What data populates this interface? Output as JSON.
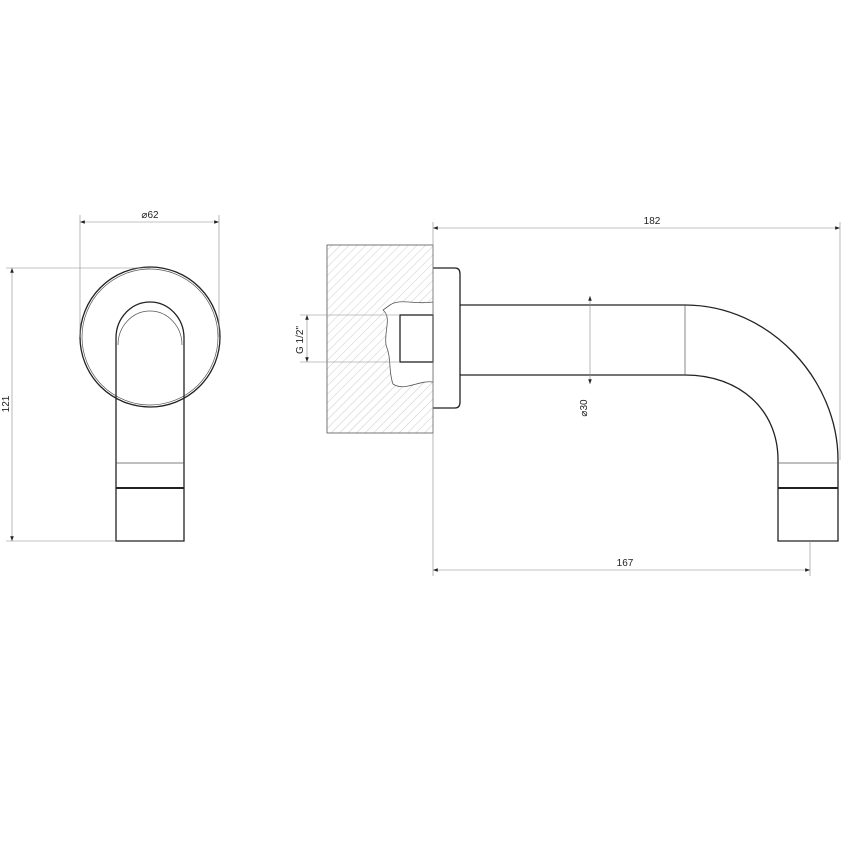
{
  "drawing": {
    "front_view": {
      "diameter_label": "⌀62",
      "height_label": "121"
    },
    "side_view": {
      "length_label": "182",
      "reach_label": "167",
      "pipe_diameter_label": "⌀30",
      "thread_label": "G 1/2\""
    }
  }
}
